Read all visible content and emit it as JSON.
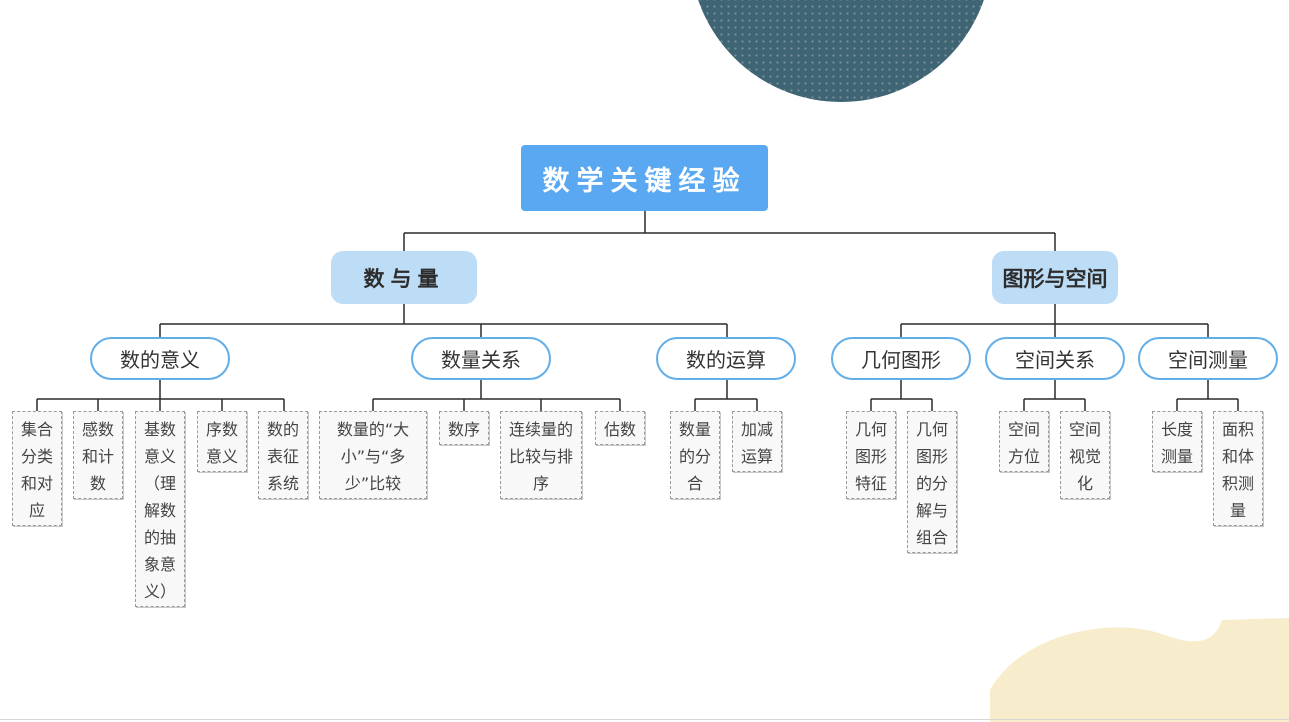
{
  "root": "数学关键经验",
  "categories": [
    {
      "label": "数与量",
      "subs": [
        {
          "label": "数的意义",
          "leaves": [
            "集合\n分类\n和对\n应",
            "感数\n和计\n数",
            "基数\n意义\n（理\n解数\n的抽\n象意\n义）",
            "序数\n意义",
            "数的\n表征\n系统"
          ]
        },
        {
          "label": "数量关系",
          "leaves": [
            "数量的“大\n小”与“多\n少”比较",
            "数序",
            "连续量的\n比较与排\n序",
            "估数"
          ]
        },
        {
          "label": "数的运算",
          "leaves": [
            "数量\n的分\n合",
            "加减\n运算"
          ]
        }
      ]
    },
    {
      "label": "图形与空间",
      "subs": [
        {
          "label": "几何图形",
          "leaves": [
            "几何\n图形\n特征",
            "几何\n图形\n的分\n解与\n组合"
          ]
        },
        {
          "label": "空间关系",
          "leaves": [
            "空间\n方位",
            "空间\n视觉\n化"
          ]
        },
        {
          "label": "空间测量",
          "leaves": [
            "长度\n测量",
            "面积\n和体\n积测\n量"
          ]
        }
      ]
    }
  ],
  "colors": {
    "root": "#5aa8f2",
    "category": "#bddcf6",
    "sub_border": "#62aee8",
    "circle": "#3f6473",
    "blob": "#f7edcc"
  }
}
